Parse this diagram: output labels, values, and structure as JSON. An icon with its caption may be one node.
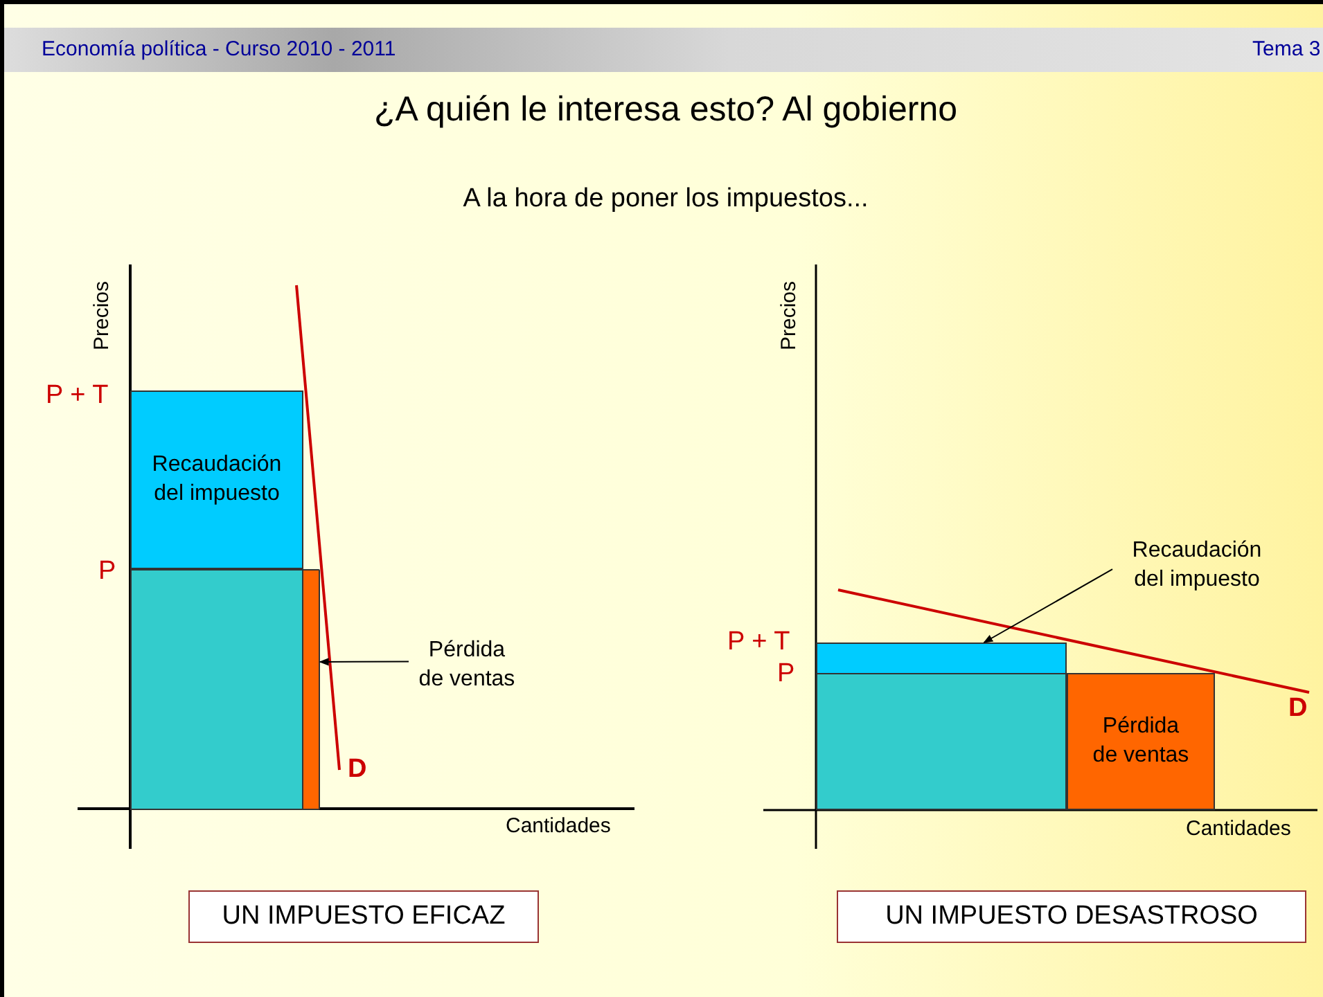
{
  "diagram": {
    "title": "¿A quién le interesa esto? Al gobierno",
    "nodes": [
      {
        "text": [
          "Recaudación del impuesto"
        ]
      },
      {
        "text": [],
        "shape": "box"
      },
      {
        "text": [],
        "shape": "bar"
      },
      {
        "text": [
          "Pérdida de ventas"
        ]
      },
      {
        "text": [
          "Recaudación del impuesto"
        ]
      },
      {
        "text": [],
        "shape": "box"
      },
      {
        "text": [],
        "shape": "box"
      },
      {
        "text": [
          "Pérdida de ventas"
        ]
      },
      {
        "text": [
          "UN IMPUESTO EFICAZ"
        ]
      },
      {
        "text": [
          "UN IMPUESTO DESASTROSO"
        ]
      }
    ],
    "edges": [
      {
        "from": 3,
        "to": 2,
        "arrow": "to"
      },
      {
        "from": 4,
        "to": 5,
        "arrow": "to"
      }
    ],
    "labels": [
      "Economía política - Curso 2010 - 2011",
      "Tema 3",
      "A la hora de poner los impuestos...",
      "Precios",
      "P + T",
      "P",
      "D",
      "Cantidades",
      "Precios",
      "P + T",
      "P",
      "D",
      "Cantidades"
    ]
  }
}
